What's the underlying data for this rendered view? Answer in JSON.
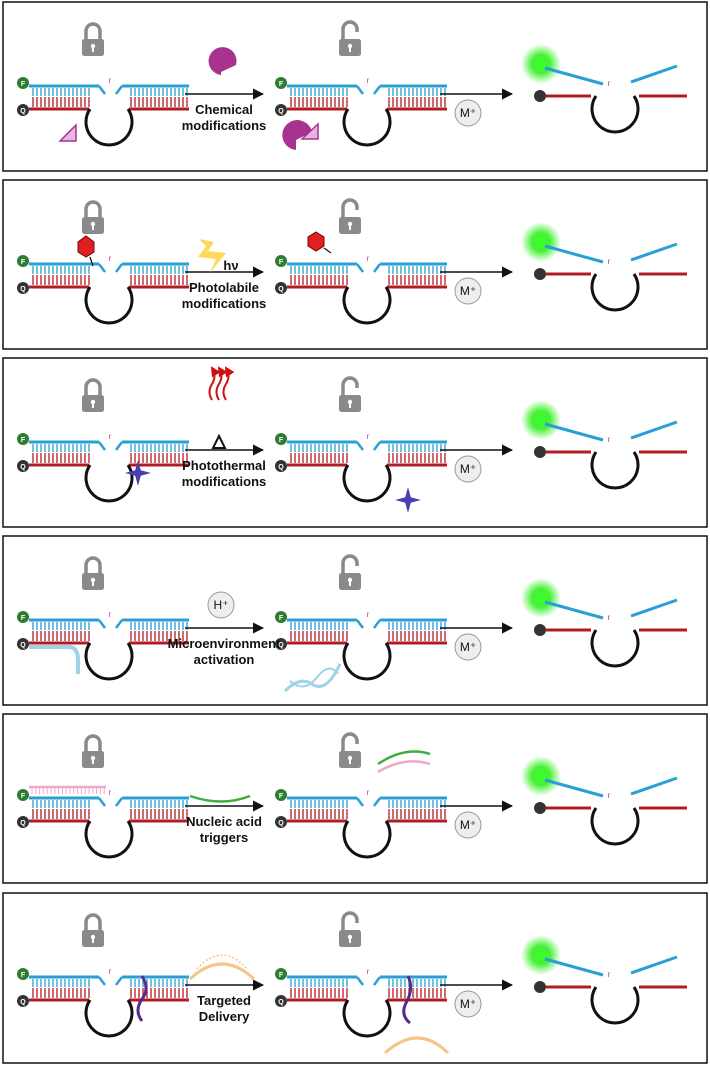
{
  "labels": {
    "fluor_tag": "F",
    "quench_tag": "Q",
    "ribo_tag": "r",
    "metal_ion": "M⁺",
    "proton": "H⁺",
    "light": "hν"
  },
  "panels": [
    {
      "id": "chemical",
      "line1": "Chemical",
      "line2": "modifications"
    },
    {
      "id": "photolabile",
      "line1": "Photolabile",
      "line2": "modifications"
    },
    {
      "id": "photothermal",
      "line1": "Photothermal",
      "line2": "modifications"
    },
    {
      "id": "microenvironment",
      "line1": "Microenvironment",
      "line2": "activation"
    },
    {
      "id": "nucleic-acid",
      "line1": "Nucleic acid",
      "line2": "triggers"
    },
    {
      "id": "targeted",
      "line1": "Targeted",
      "line2": "Delivery"
    }
  ],
  "colors": {
    "strand_top": "#2a9fd6",
    "strand_bottom": "#b01c24",
    "fluor": "#2e7d32",
    "quench": "#333333",
    "glow": "#22e01a",
    "lock": "#8a8a8a",
    "chemical": "#a8338f",
    "photolabile": "#e02020",
    "photothermal": "#4b3fb0",
    "microenv": "#9ed3ea",
    "nucleic": "#3fae3f",
    "nucleic_pink": "#f0a8c8",
    "delivery_arc": "#f5c48a",
    "delivery_tail": "#5a2a8a"
  }
}
